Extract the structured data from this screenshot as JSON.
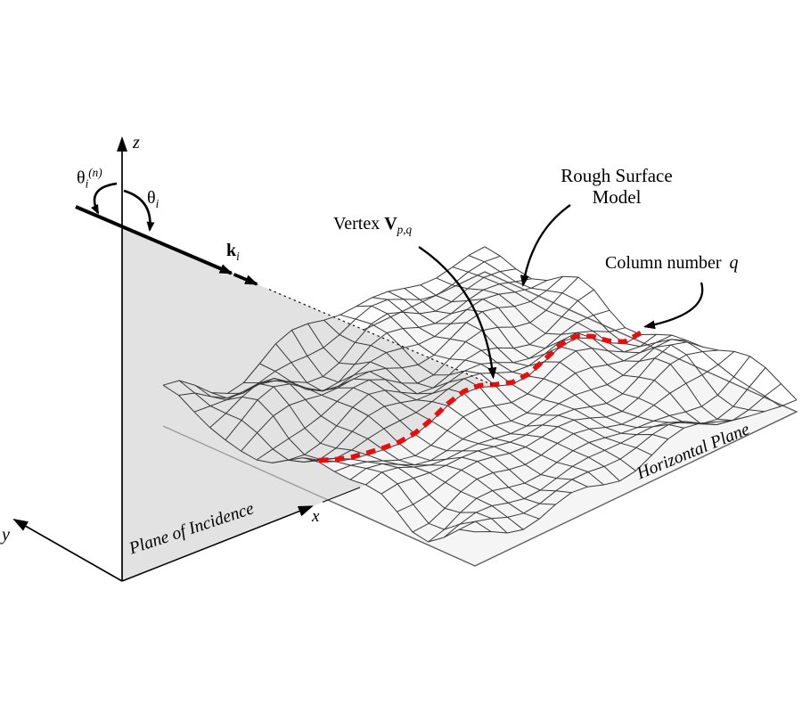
{
  "figure": {
    "axes": {
      "x": "x",
      "y": "y",
      "z": "z"
    },
    "angles": {
      "incidence_normal": {
        "symbol": "θ",
        "sub": "i",
        "sup": "(n)"
      },
      "incidence": {
        "symbol": "θ",
        "sub": "i"
      }
    },
    "wave_vector": {
      "symbol": "k",
      "sub": "i"
    },
    "annotations": {
      "vertex": {
        "prefix": "Vertex ",
        "symbol": "V",
        "sub": "p,q"
      },
      "rough_surface": {
        "line1": "Rough Surface",
        "line2": "Model"
      },
      "column": {
        "prefix": "Column number ",
        "symbol": "q"
      },
      "plane_of_incidence": "Plane of Incidence",
      "horizontal_plane": "Horizontal Plane"
    },
    "colors": {
      "highlight_red": "#e90e0e",
      "incidence_plane_fill": "#e2e2e2",
      "horizontal_plane_fill": "#f5f5f5",
      "mesh_line": "#383838",
      "plane_edge": "#5e5e5e",
      "ink": "#000000"
    },
    "mesh": {
      "rows": 20,
      "cols": 20,
      "highlight_row": 10,
      "vertex_col": 11
    }
  }
}
